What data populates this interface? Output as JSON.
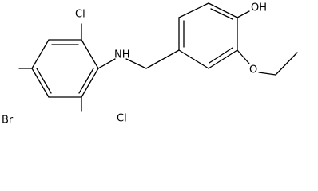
{
  "structure": {
    "atoms": {
      "bromine": "Br",
      "chlorine_top": "Cl",
      "chlorine_bottom": "Cl",
      "amine": "NH",
      "hydroxyl": "OH",
      "ether_oxygen": "O"
    }
  }
}
